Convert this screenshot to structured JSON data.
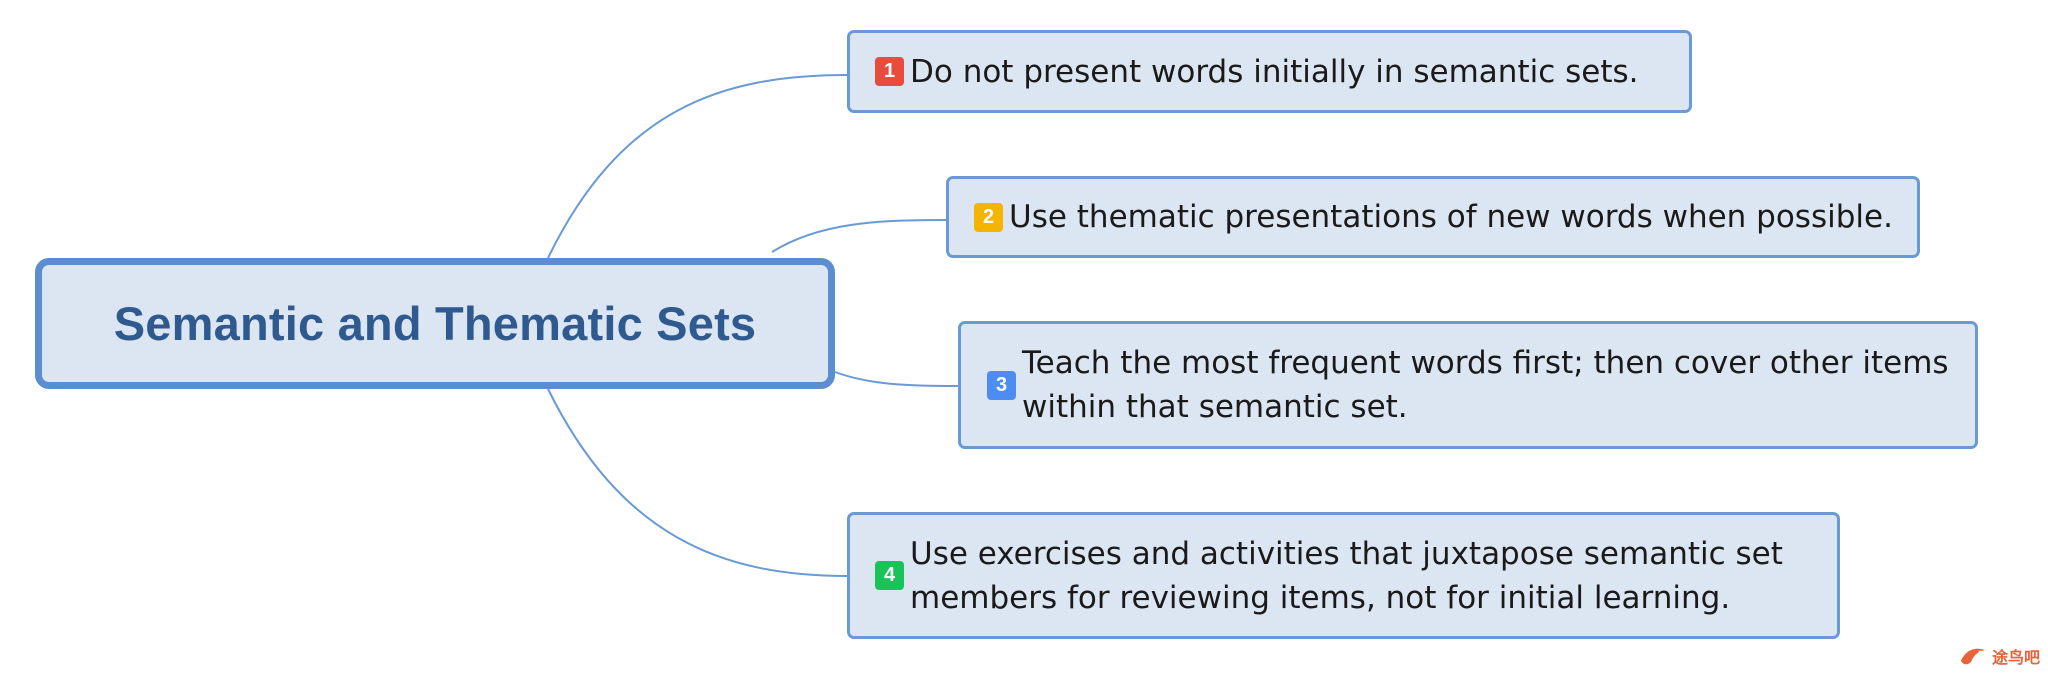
{
  "central": {
    "title": "Semantic and Thematic Sets"
  },
  "topics": [
    {
      "number": "1",
      "badge_color": "#e74c3c",
      "lines": [
        "Do not present words initially in semantic sets."
      ]
    },
    {
      "number": "2",
      "badge_color": "#f5b400",
      "lines": [
        "Use thematic presentations of new words when possible."
      ]
    },
    {
      "number": "3",
      "badge_color": "#4d8df1",
      "lines": [
        "Teach the most frequent words first; then cover other items",
        "within that semantic set."
      ]
    },
    {
      "number": "4",
      "badge_color": "#18c35a",
      "lines": [
        "Use exercises and activities that juxtapose semantic set",
        "members for reviewing items, not for initial learning."
      ]
    }
  ],
  "colors": {
    "connector": "#6a9ad6",
    "node_fill": "#dce6f3",
    "node_border": "#6a9ad6",
    "central_border": "#5b8ed0",
    "central_text": "#2f5a8f"
  },
  "watermark": {
    "icon": "bird-logo-icon",
    "text": "途鸟吧",
    "color": "#e8623a"
  }
}
